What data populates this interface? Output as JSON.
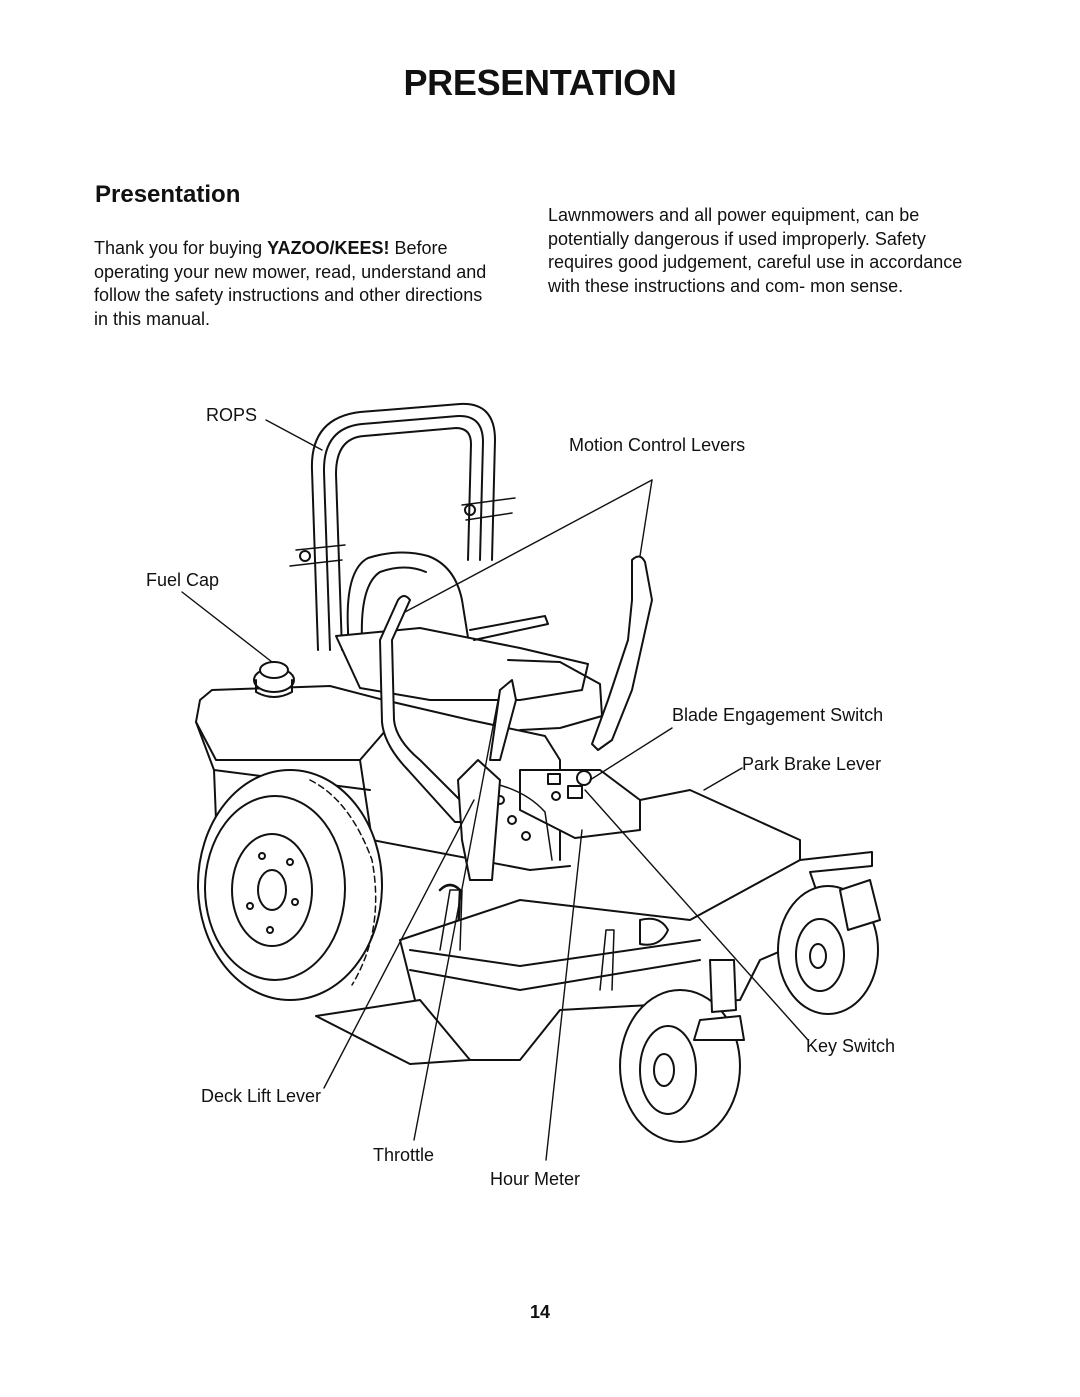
{
  "header": {
    "title": "PRESENTATION"
  },
  "section": {
    "title": "Presentation"
  },
  "intro": {
    "before_brand": "Thank you for buying ",
    "brand": "YAZOO/KEES!",
    "after_brand": " Before operating your new mower, read, understand and follow the safety instructions and other directions in this manual."
  },
  "safety": {
    "text": "Lawnmowers and all power equipment, can be potentially dangerous if used improperly. Safety requires good judgement, careful use in accordance with these instructions and com- mon sense."
  },
  "diagram": {
    "labels": {
      "rops": "ROPS",
      "motion_control_levers": "Motion Control Levers",
      "fuel_cap": "Fuel Cap",
      "blade_engagement_switch": "Blade Engagement Switch",
      "park_brake_lever": "Park Brake Lever",
      "key_switch": "Key Switch",
      "deck_lift_lever": "Deck Lift Lever",
      "throttle": "Throttle",
      "hour_meter": "Hour Meter"
    }
  },
  "footer": {
    "page_number": "14"
  }
}
